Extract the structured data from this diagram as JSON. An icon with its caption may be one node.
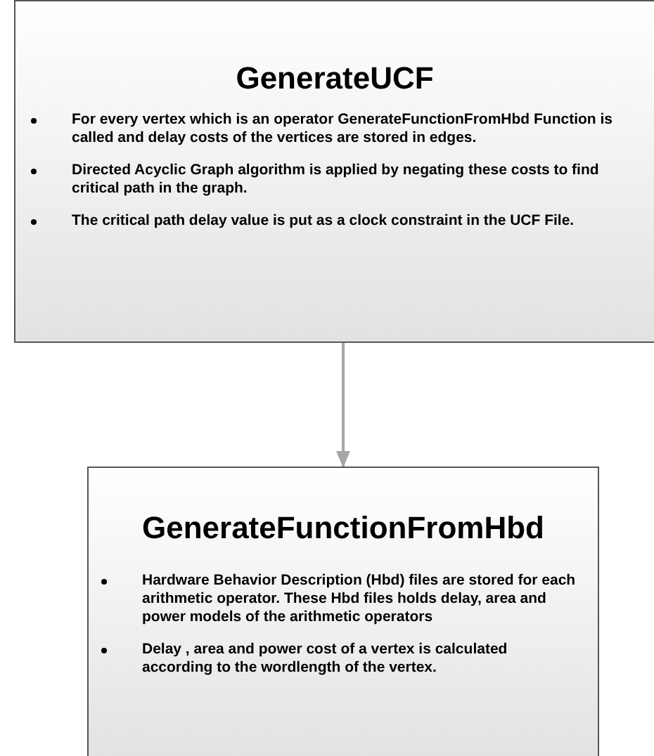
{
  "diagram": {
    "nodes": [
      {
        "text": [
          "GenerateUCF",
          "For every vertex which is an operator GenerateFunctionFromHbd Function is called and delay costs of the vertices are stored in edges.",
          "Directed Acyclic Graph algorithm is applied by negating these costs to find critical path in the graph.",
          "The critical path delay value is  put as a clock constraint in the UCF File."
        ]
      },
      {
        "text": [
          "GenerateFunctionFromHbd",
          "Hardware Behavior Description (Hbd) files are stored for each arithmetic operator. These Hbd files holds delay, area and power models of the arithmetic operators",
          "Delay , area and power cost of a vertex is calculated according to the wordlength of the vertex."
        ]
      }
    ],
    "edges": [
      {
        "from": 0,
        "to": 1,
        "arrow": "to",
        "color": "#a6a6a6"
      }
    ]
  }
}
